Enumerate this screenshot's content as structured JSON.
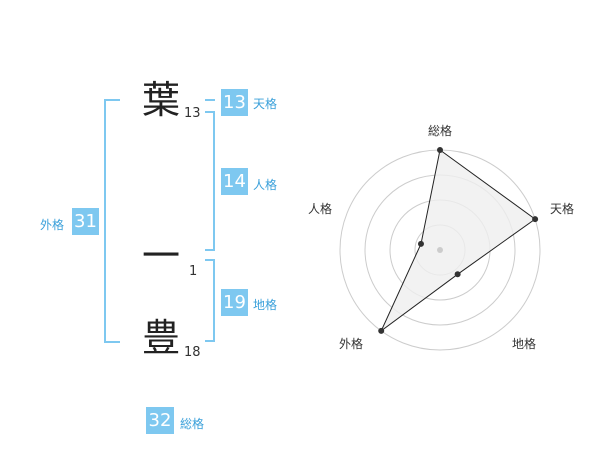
{
  "name": {
    "chars": [
      {
        "char": "葉",
        "strokes": "13"
      },
      {
        "char": "一",
        "strokes": "1"
      },
      {
        "char": "豊",
        "strokes": "18"
      }
    ]
  },
  "fortune": {
    "tenkaku": {
      "value": "13",
      "label": "天格"
    },
    "jinkaku": {
      "value": "14",
      "label": "人格"
    },
    "chikaku": {
      "value": "19",
      "label": "地格"
    },
    "gaikaku": {
      "value": "31",
      "label": "外格"
    },
    "soukaku": {
      "value": "32",
      "label": "総格"
    }
  },
  "chart_data": {
    "type": "radar",
    "axes": [
      "総格",
      "天格",
      "地格",
      "外格",
      "人格"
    ],
    "values": [
      5,
      5,
      1.5,
      5,
      1
    ],
    "max": 5,
    "rings": 4,
    "colors": {
      "ring": "#cccccc",
      "fill": "#efefef",
      "line": "#222222",
      "point": "#333333",
      "center": "#cccccc"
    }
  }
}
